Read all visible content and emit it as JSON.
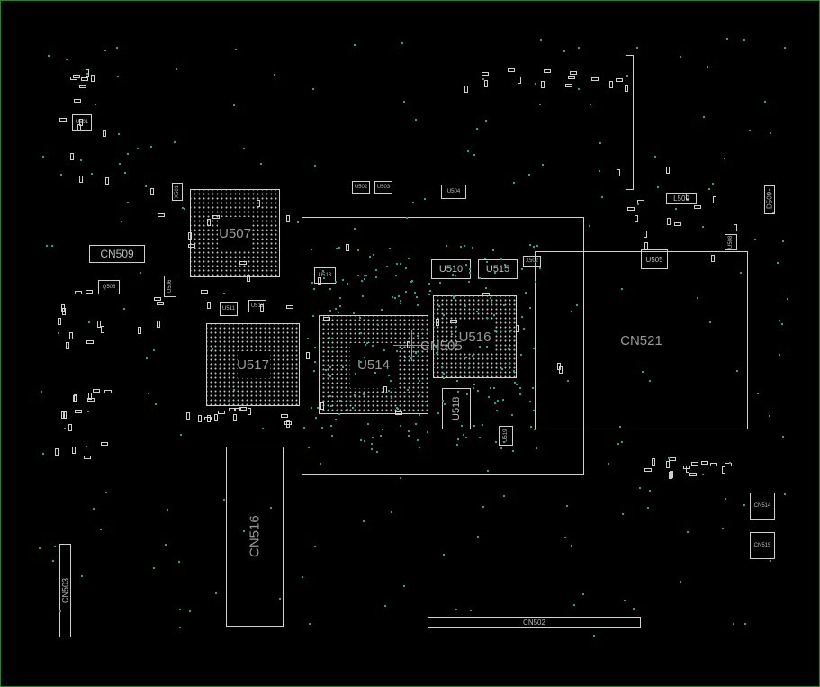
{
  "components": {
    "U501": "U501",
    "CN509": "CN509",
    "Q506": "Q506",
    "X501": "X501",
    "U506": "U506",
    "U507": "U507",
    "U511": "U511",
    "U512": "U512",
    "U517": "U517",
    "CN516": "CN516",
    "U502": "U502",
    "U503": "U503",
    "U504": "U504",
    "U513": "U513",
    "U510": "U510",
    "U515": "U515",
    "U514": "U514",
    "U516": "U516",
    "CN505": "CN505",
    "U518": "U518",
    "U519": "U519",
    "X502": "X502",
    "CN521": "CN521",
    "U505": "U505",
    "L509": "L509",
    "D509": "D509",
    "U508": "U508",
    "CN514": "CN514",
    "CN515": "CN515",
    "CN503": "CN503",
    "CN502": "CN502"
  },
  "colors": {
    "outline": "#cfcfcf",
    "via": "#1fa89a",
    "marker": "#c07a8a",
    "frame": "#2e7d32"
  }
}
